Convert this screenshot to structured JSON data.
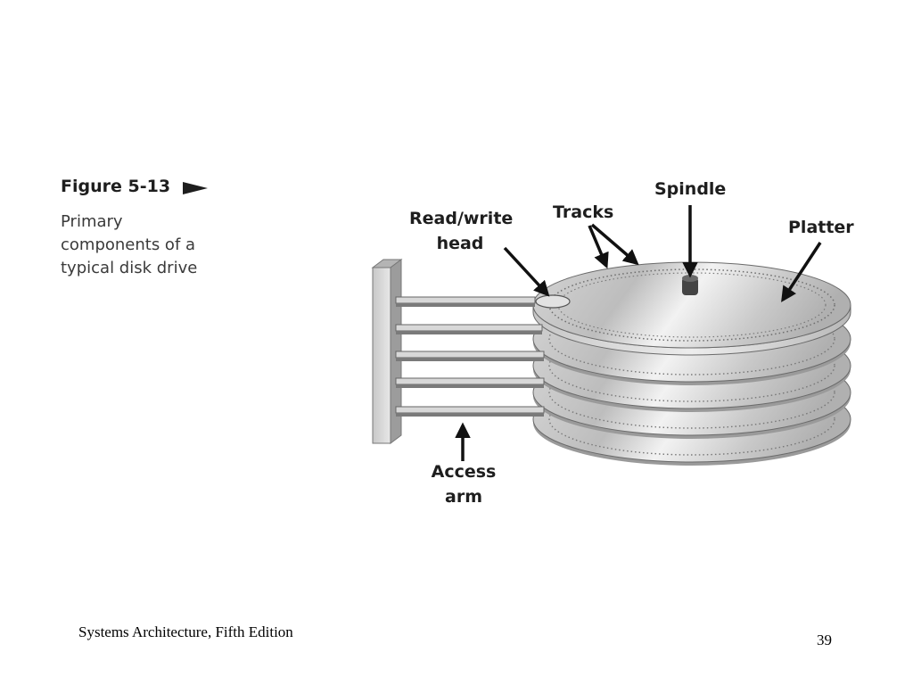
{
  "figure": {
    "number": "Figure 5-13",
    "caption_lines": [
      "Primary",
      "components of a",
      "typical disk drive"
    ]
  },
  "labels": {
    "read_write_head": [
      "Read/write",
      "head"
    ],
    "tracks": "Tracks",
    "spindle": "Spindle",
    "platter": "Platter",
    "access_arm": [
      "Access",
      "arm"
    ]
  },
  "footer": {
    "book_title": "Systems Architecture, Fifth Edition",
    "page_number": "39"
  }
}
